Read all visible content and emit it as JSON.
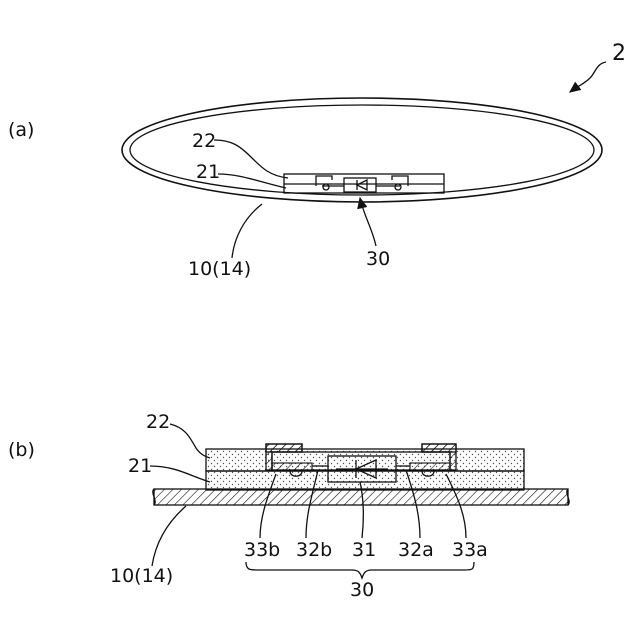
{
  "figure_ref": "2",
  "panel_a": {
    "label": "(a)",
    "ref_22": "22",
    "ref_21": "21",
    "ref_base": "10(14)",
    "ref_30": "30"
  },
  "panel_b": {
    "label": "(b)",
    "ref_22": "22",
    "ref_21": "21",
    "ref_base": "10(14)",
    "ref_33b": "33b",
    "ref_32b": "32b",
    "ref_31": "31",
    "ref_32a": "32a",
    "ref_33a": "33a",
    "ref_30": "30"
  }
}
